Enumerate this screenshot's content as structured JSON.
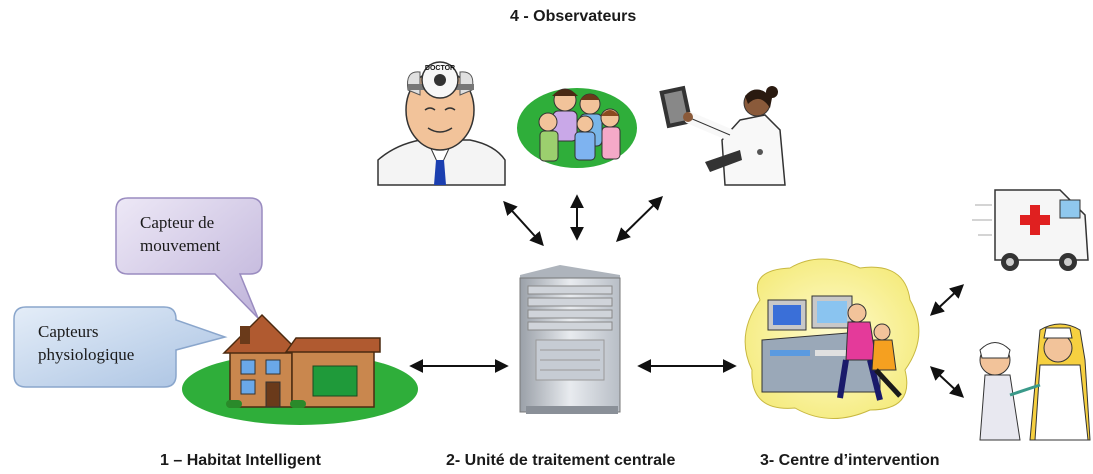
{
  "diagram": {
    "title": "4 - Observateurs",
    "labels": {
      "habitat": "1 – Habitat Intelligent",
      "unite": "2- Unité de traitement centrale",
      "centre": "3- Centre d’intervention"
    },
    "bubbles": {
      "mouvement": [
        "Capteur de",
        "mouvement"
      ],
      "physio": [
        "Capteurs",
        "physiologique"
      ]
    },
    "doctor_mirror_text": "DOCTOR",
    "colors": {
      "bubble_purple": "#d9d1ea",
      "bubble_blue": "#c9d9ee",
      "grass": "#2fae3a",
      "house": "#c9874e",
      "cross": "#e02020"
    }
  }
}
